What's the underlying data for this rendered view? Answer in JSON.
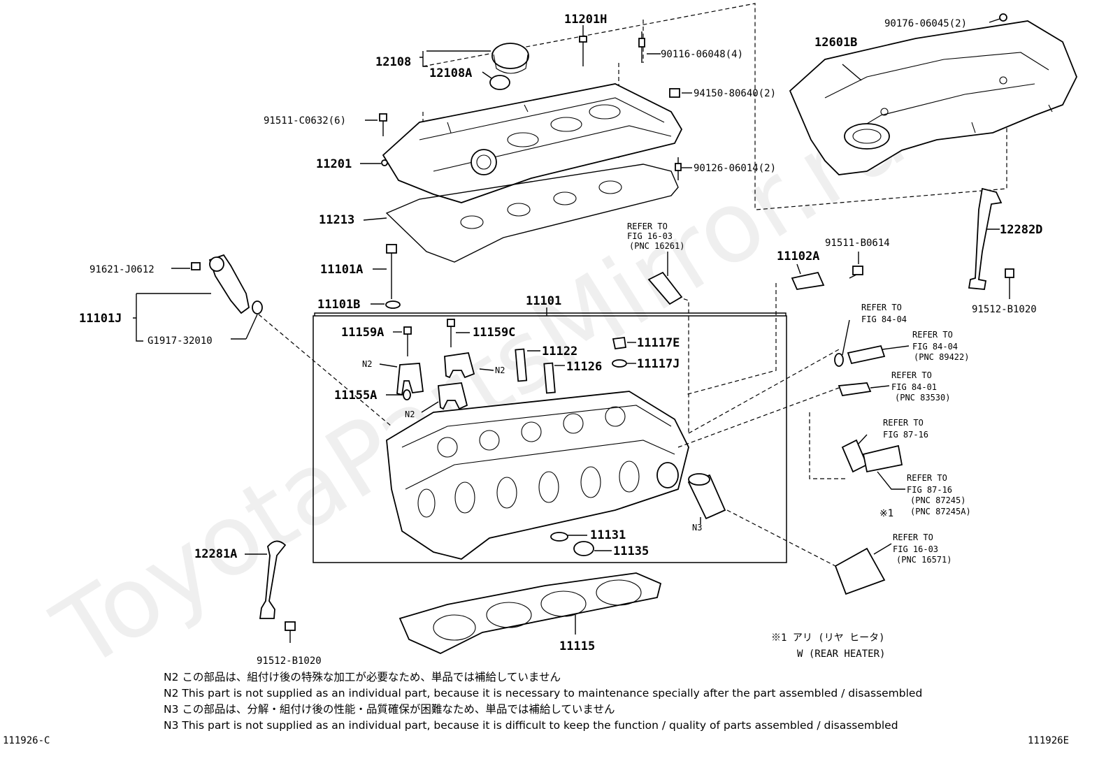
{
  "diagram": {
    "watermark": "ToyotaPartsMirror.ru",
    "labels": {
      "p11201H": "11201H",
      "p90176": "90176-06045(2)",
      "p12601B": "12601B",
      "p12108": "12108",
      "p12108A": "12108A",
      "p90116": "90116-06048(4)",
      "p94150": "94150-80640(2)",
      "p91511C": "91511-C0632(6)",
      "p11201": "11201",
      "p90126": "90126-06014(2)",
      "p11213": "11213",
      "p12282D": "12282D",
      "p91511B": "91511-B0614",
      "p91621": "91621-J0612",
      "p11101A": "11101A",
      "p11102A": "11102A",
      "p11101B": "11101B",
      "p11101": "11101",
      "p91512top": "91512-B1020",
      "p11101J": "11101J",
      "pG1917": "G1917-32010",
      "p11159A": "11159A",
      "p11159C": "11159C",
      "p11117E": "11117E",
      "p11122": "11122",
      "p11126": "11126",
      "p11117J": "11117J",
      "p11155A": "11155A",
      "p11131": "11131",
      "p11135": "11135",
      "p12281A": "12281A",
      "p11115": "11115",
      "p91512bot": "91512-B1020",
      "n2a": "N2",
      "n2b": "N2",
      "n2c": "N2",
      "n3": "N3"
    },
    "refs": {
      "r1603a_1": "REFER TO",
      "r1603a_2": "FIG 16-03",
      "r1603a_3": "(PNC 16261)",
      "r8404a_1": "REFER TO",
      "r8404a_2": "FIG 84-04",
      "r8404b_1": "REFER TO",
      "r8404b_2": "FIG 84-04",
      "r8404b_3": "(PNC 89422)",
      "r8401_1": "REFER TO",
      "r8401_2": "FIG 84-01",
      "r8401_3": "(PNC 83530)",
      "r8716a_1": "REFER TO",
      "r8716a_2": "FIG 87-16",
      "r8716b_1": "REFER TO",
      "r8716b_2": "FIG 87-16",
      "r8716b_3": "(PNC 87245)",
      "r8716b_4": "(PNC 87245A)",
      "r8716b_mark": "※1",
      "r1603b_1": "REFER TO",
      "r1603b_2": "FIG 16-03",
      "r1603b_3": "(PNC 16571)"
    },
    "rear_heater_1": "※1 アリ (リヤ ヒータ)",
    "rear_heater_2": "W (REAR HEATER)",
    "notes": [
      "N2  この部品は、組付け後の特殊な加工が必要なため、単品では補給していません",
      "N2  This part is not supplied as an individual part, because it is necessary to maintenance specially after the part assembled / disassembled",
      "N3  この部品は、分解・組付け後の性能・品質確保が困難なため、単品では補給していません",
      "N3  This part is not supplied as an individual part, because it is difficult to keep the function / quality of parts  assembled / disassembled"
    ],
    "footer_left": "111926-C",
    "footer_right": "111926E"
  }
}
